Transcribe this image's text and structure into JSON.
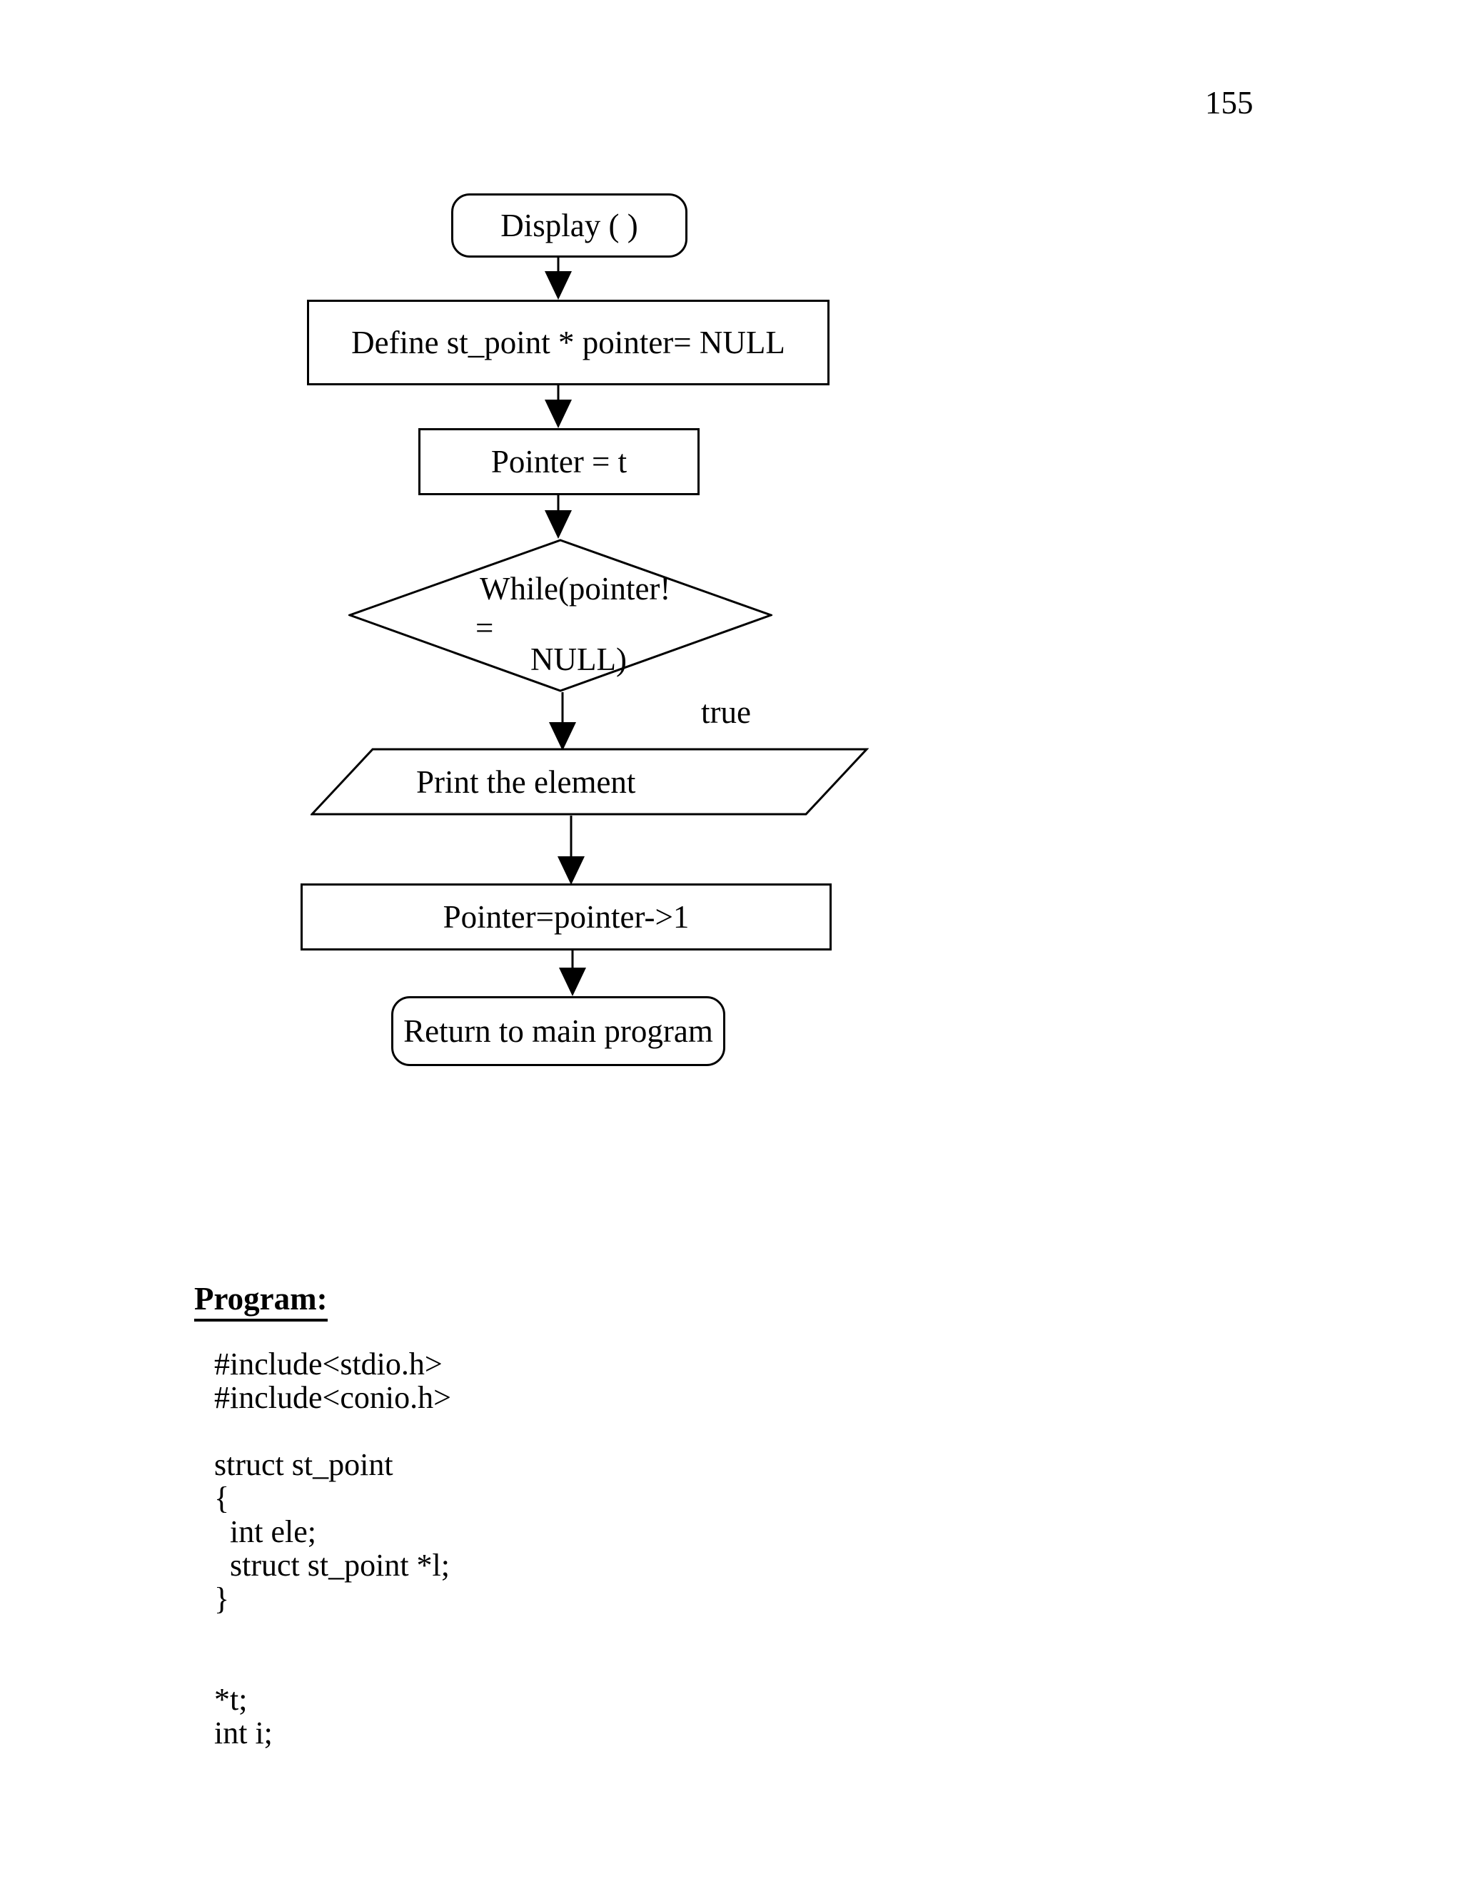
{
  "page_number": "155",
  "flowchart": {
    "start": {
      "label": "Display ( )"
    },
    "define": {
      "label": "Define st_point * pointer= NULL"
    },
    "assign": {
      "label": "Pointer = t"
    },
    "decision": {
      "lines": [
        "While(pointer!",
        "=",
        "NULL)"
      ],
      "true_label": "true"
    },
    "output": {
      "label": "Print the element"
    },
    "advance": {
      "label": "Pointer=pointer->1"
    },
    "end": {
      "label": "Return to main program"
    }
  },
  "program": {
    "heading": "Program:",
    "code_lines": [
      "#include<stdio.h>",
      "#include<conio.h>",
      "",
      "struct st_point",
      "{",
      "  int ele;",
      "  struct st_point *l;",
      "}",
      "",
      "",
      "*t;",
      "int i;"
    ]
  }
}
